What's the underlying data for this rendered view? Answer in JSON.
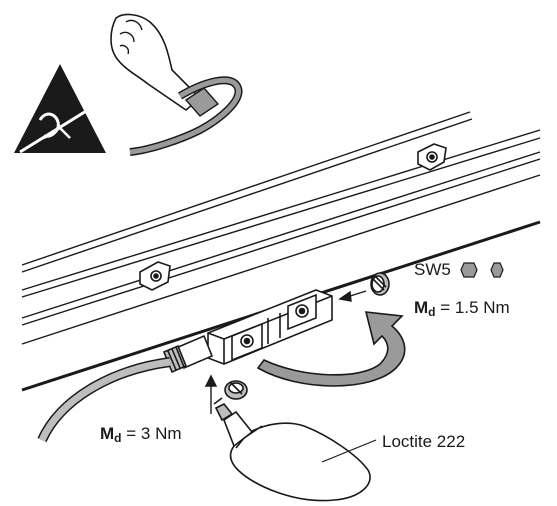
{
  "labels": {
    "wrench_size": "SW5",
    "torque_symbol": "M",
    "torque_subscript": "d",
    "torque_upper_value": "= 1.5 Nm",
    "torque_lower_value": "= 3 Nm",
    "adhesive": "Loctite 222"
  },
  "icons": {
    "esd_warning": "esd-warning-icon",
    "wrist_strap": "grounding-wrist-strap-icon",
    "hex_key": "hex-socket-icon"
  },
  "colors": {
    "line": "#1a1a1a",
    "fill_gray": "#9a9a9a",
    "light_gray": "#bdbdbd",
    "background": "#ffffff"
  }
}
